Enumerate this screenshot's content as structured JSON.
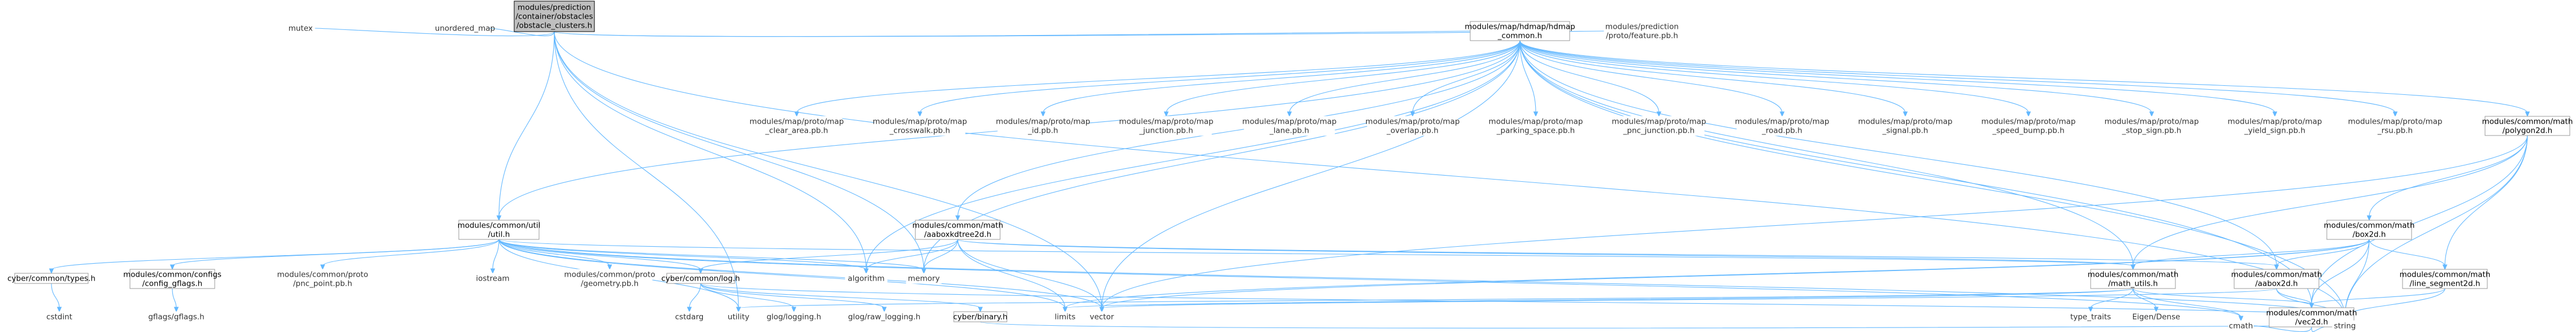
{
  "colors": {
    "edge": "#63b8ff",
    "node_border": "#999999",
    "node_fill": "#ffffff",
    "root_fill": "#bfbfbf",
    "root_border": "#000000",
    "text": "#000000",
    "plain_text": "#333333"
  },
  "nodes": {
    "root": {
      "lines": [
        "modules/prediction",
        "/container/obstacles",
        "/obstacle_clusters.h"
      ]
    },
    "mutex": {
      "lines": [
        "mutex"
      ]
    },
    "unordered_map": {
      "lines": [
        "unordered_map"
      ]
    },
    "hdmap_common": {
      "lines": [
        "modules/map/hdmap/hdmap",
        "_common.h"
      ]
    },
    "feature_pb": {
      "lines": [
        "modules/prediction",
        "/proto/feature.pb.h"
      ]
    },
    "util": {
      "lines": [
        "modules/common/util",
        "/util.h"
      ]
    },
    "clear_area": {
      "lines": [
        "modules/map/proto/map",
        "_clear_area.pb.h"
      ]
    },
    "crosswalk": {
      "lines": [
        "modules/map/proto/map",
        "_crosswalk.pb.h"
      ]
    },
    "id_pb": {
      "lines": [
        "modules/map/proto/map",
        "_id.pb.h"
      ]
    },
    "junction": {
      "lines": [
        "modules/map/proto/map",
        "_junction.pb.h"
      ]
    },
    "lane": {
      "lines": [
        "modules/map/proto/map",
        "_lane.pb.h"
      ]
    },
    "overlap": {
      "lines": [
        "modules/map/proto/map",
        "_overlap.pb.h"
      ]
    },
    "parking_space": {
      "lines": [
        "modules/map/proto/map",
        "_parking_space.pb.h"
      ]
    },
    "pnc_junction": {
      "lines": [
        "modules/map/proto/map",
        "_pnc_junction.pb.h"
      ]
    },
    "road": {
      "lines": [
        "modules/map/proto/map",
        "_road.pb.h"
      ]
    },
    "signal": {
      "lines": [
        "modules/map/proto/map",
        "_signal.pb.h"
      ]
    },
    "speed_bump": {
      "lines": [
        "modules/map/proto/map",
        "_speed_bump.pb.h"
      ]
    },
    "stop_sign": {
      "lines": [
        "modules/map/proto/map",
        "_stop_sign.pb.h"
      ]
    },
    "yield_sign": {
      "lines": [
        "modules/map/proto/map",
        "_yield_sign.pb.h"
      ]
    },
    "rsu": {
      "lines": [
        "modules/map/proto/map",
        "_rsu.pb.h"
      ]
    },
    "polygon2d": {
      "lines": [
        "modules/common/math",
        "/polygon2d.h"
      ]
    },
    "aaboxkdtree2d": {
      "lines": [
        "modules/common/math",
        "/aaboxkdtree2d.h"
      ]
    },
    "box2d": {
      "lines": [
        "modules/common/math",
        "/box2d.h"
      ]
    },
    "types_h": {
      "lines": [
        "cyber/common/types.h"
      ]
    },
    "config_gflags": {
      "lines": [
        "modules/common/configs",
        "/config_gflags.h"
      ]
    },
    "pnc_point": {
      "lines": [
        "modules/common/proto",
        "/pnc_point.pb.h"
      ]
    },
    "iostream": {
      "lines": [
        "iostream"
      ]
    },
    "geometry_pb": {
      "lines": [
        "modules/common/proto",
        "/geometry.pb.h"
      ]
    },
    "log_h": {
      "lines": [
        "cyber/common/log.h"
      ]
    },
    "algorithm": {
      "lines": [
        "algorithm"
      ]
    },
    "memory": {
      "lines": [
        "memory"
      ]
    },
    "math_utils": {
      "lines": [
        "modules/common/math",
        "/math_utils.h"
      ]
    },
    "aabox2d": {
      "lines": [
        "modules/common/math",
        "/aabox2d.h"
      ]
    },
    "line_segment2d": {
      "lines": [
        "modules/common/math",
        "/line_segment2d.h"
      ]
    },
    "cstdint": {
      "lines": [
        "cstdint"
      ]
    },
    "gflags": {
      "lines": [
        "gflags/gflags.h"
      ]
    },
    "cstdarg": {
      "lines": [
        "cstdarg"
      ]
    },
    "utility": {
      "lines": [
        "utility"
      ]
    },
    "glog_logging": {
      "lines": [
        "glog/logging.h"
      ]
    },
    "glog_raw": {
      "lines": [
        "glog/raw_logging.h"
      ]
    },
    "binary_h": {
      "lines": [
        "cyber/binary.h"
      ]
    },
    "limits": {
      "lines": [
        "limits"
      ]
    },
    "vector": {
      "lines": [
        "vector"
      ]
    },
    "type_traits": {
      "lines": [
        "type_traits"
      ]
    },
    "eigen": {
      "lines": [
        "Eigen/Dense"
      ]
    },
    "vec2d": {
      "lines": [
        "modules/common/math",
        "/vec2d.h"
      ]
    },
    "cmath": {
      "lines": [
        "cmath"
      ]
    },
    "string": {
      "lines": [
        "string"
      ]
    }
  }
}
